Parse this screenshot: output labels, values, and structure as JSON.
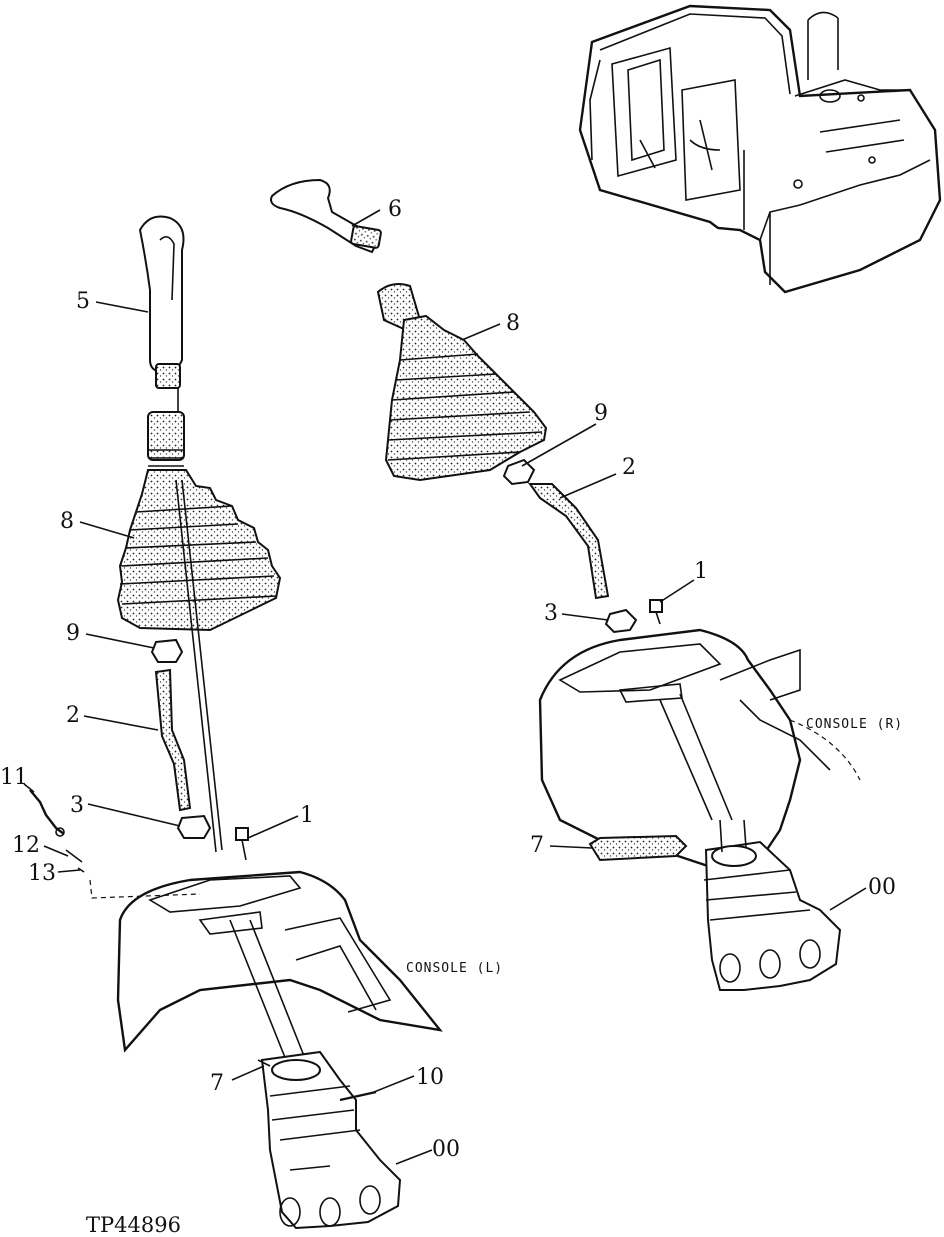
{
  "figure_id": "TP44896",
  "callouts": {
    "c1_left": "1",
    "c1_right": "1",
    "c2_left": "2",
    "c2_right": "2",
    "c3_left": "3",
    "c3_right": "3",
    "c5": "5",
    "c6": "6",
    "c7_left": "7",
    "c7_right": "7",
    "c8_left": "8",
    "c8_right": "8",
    "c9_left": "9",
    "c9_right": "9",
    "c10": "10",
    "c11": "11",
    "c12": "12",
    "c13": "13",
    "c00_left": "00",
    "c00_right": "00"
  },
  "console_labels": {
    "left": "CONSOLE (L)",
    "right": "CONSOLE (R)"
  }
}
